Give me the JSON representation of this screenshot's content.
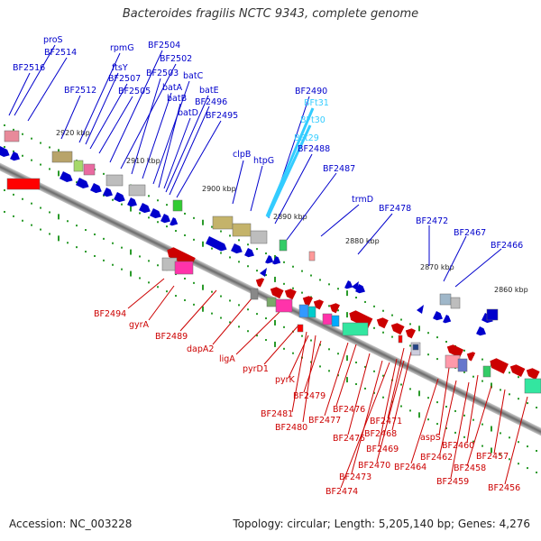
{
  "title": "Bacteroides fragilis NCTC 9343, complete genome",
  "accession": "Accession: NC_003228",
  "topology": "Topology: circular; Length: 5,205,140 bp; Genes: 4,276",
  "colors": {
    "forward": "#0000cc",
    "reverse": "#cc0000",
    "trna": "#33ccff",
    "backbone": "#808080",
    "tick": "#2a9a2a"
  },
  "kbp_labels": [
    "2920 kbp",
    "2910 kbp",
    "2900 kbp",
    "2890 kbp",
    "2880 kbp",
    "2870 kbp",
    "2860 kbp"
  ],
  "forward_labels": [
    "proS",
    "BF2514",
    "BF2516",
    "rpmG",
    "ftsY",
    "BF2507",
    "BF2512",
    "BF2505",
    "BF2504",
    "BF2502",
    "BF2503",
    "batA",
    "batC",
    "batB",
    "batE",
    "BF2496",
    "batD",
    "BF2495",
    "BF2490",
    "BFt31",
    "BFt30",
    "BFt29",
    "BF2488",
    "clpB",
    "htpG",
    "BF2487",
    "trmD",
    "BF2478",
    "BF2472",
    "BF2467",
    "BF2466"
  ],
  "reverse_labels": [
    "BF2494",
    "gyrA",
    "BF2489",
    "dapA2",
    "ligA",
    "pyrD1",
    "pyrK",
    "BF2479",
    "BF2481",
    "BF2480",
    "BF2476",
    "BF2477",
    "BF2471",
    "BF2468",
    "BF2475",
    "BF2469",
    "BF2470",
    "BF2473",
    "BF2474",
    "aspS",
    "BF2464",
    "BF2462",
    "BF2460",
    "BF2459",
    "BF2458",
    "BF2457",
    "BF2456"
  ]
}
